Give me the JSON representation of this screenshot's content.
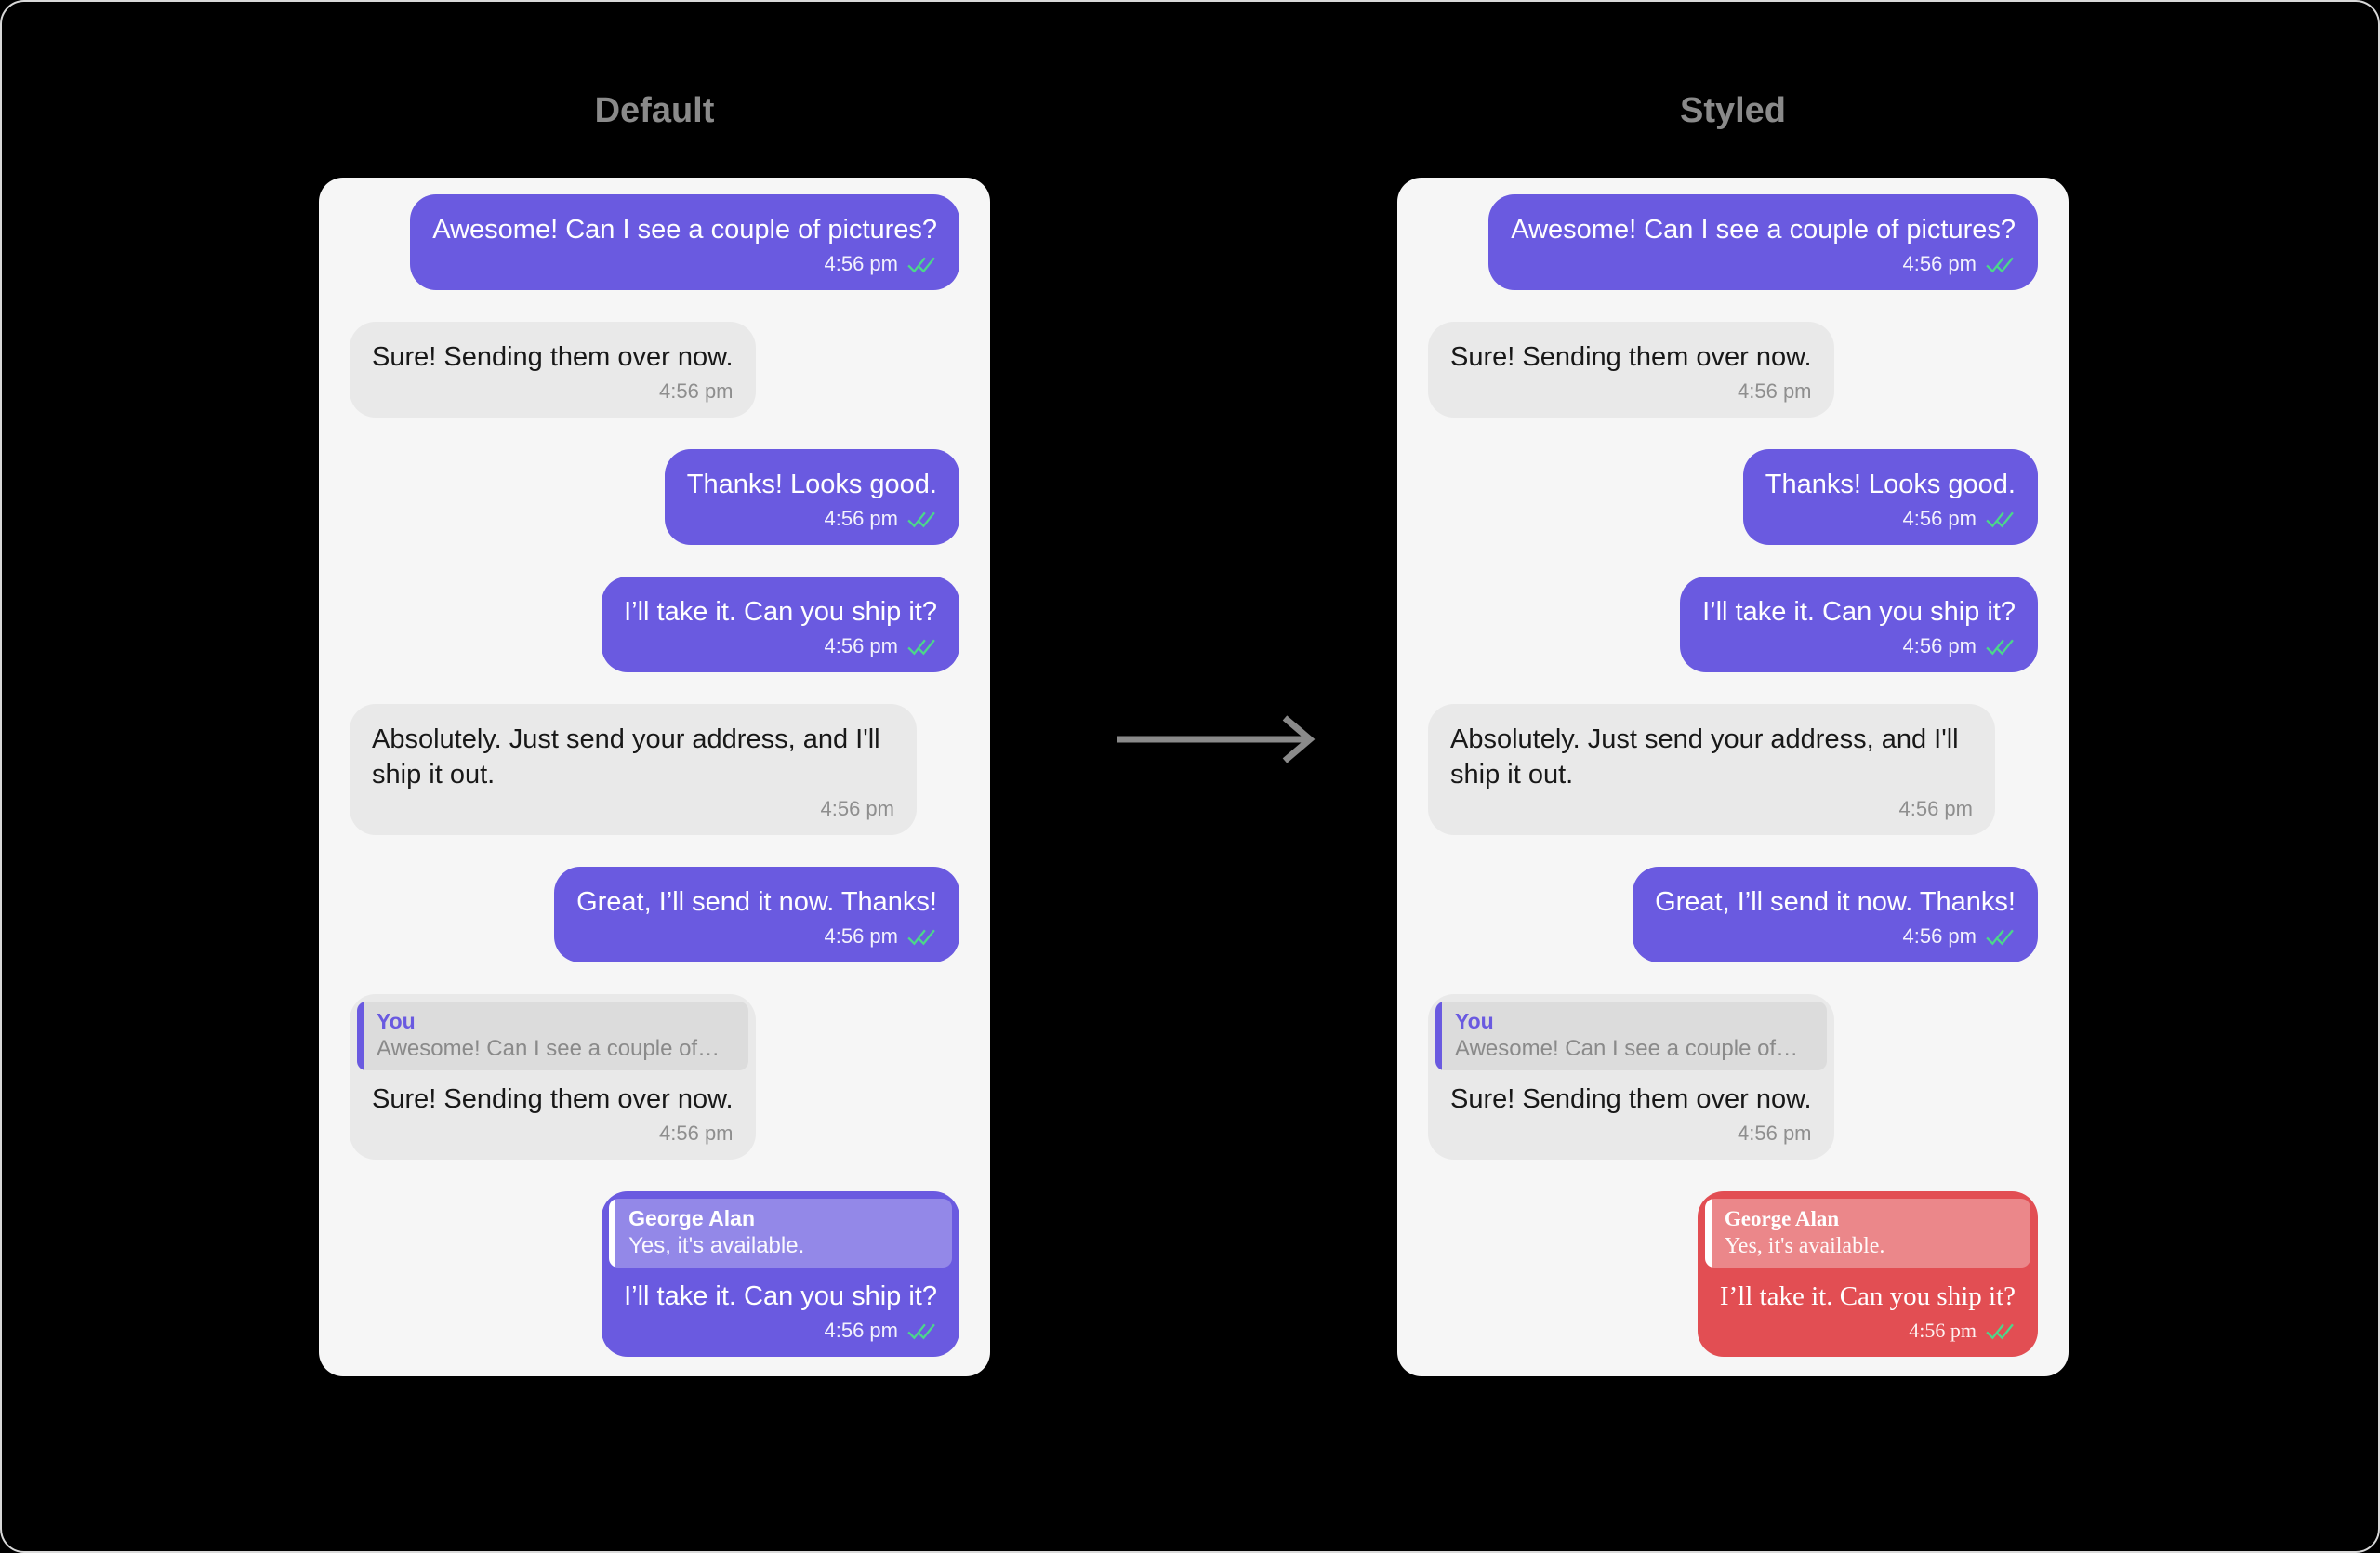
{
  "columns": [
    {
      "title": "Default",
      "style": "default"
    },
    {
      "title": "Styled",
      "style": "styled"
    }
  ],
  "conversation": [
    {
      "direction": "sent",
      "text": "Awesome! Can I see a couple of pictures?",
      "time": "4:56 pm",
      "read_receipt": true
    },
    {
      "direction": "received",
      "text": "Sure! Sending them over now.",
      "time": "4:56 pm"
    },
    {
      "direction": "sent",
      "text": "Thanks! Looks good.",
      "time": "4:56 pm",
      "read_receipt": true
    },
    {
      "direction": "sent",
      "text": "I’ll take it. Can you ship it?",
      "time": "4:56 pm",
      "read_receipt": true
    },
    {
      "direction": "received",
      "text": "Absolutely. Just send your address, and I'll ship it out.",
      "time": "4:56 pm"
    },
    {
      "direction": "sent",
      "text": "Great, I’ll send it now. Thanks!",
      "time": "4:56 pm",
      "read_receipt": true
    },
    {
      "direction": "received",
      "quote": {
        "author": "You",
        "text": "Awesome! Can I see a couple of…"
      },
      "text": "Sure! Sending them over now.",
      "time": "4:56 pm"
    },
    {
      "direction": "sent",
      "quote": {
        "author": "George Alan",
        "text": "Yes, it's available."
      },
      "text": "I’ll take it. Can you ship it?",
      "time": "4:56 pm",
      "read_receipt": true,
      "styled_variant": "red-serif"
    }
  ],
  "icons": {
    "read_receipt": "double-check",
    "between_panels": "right-arrow"
  },
  "colors": {
    "page_background": "#000000",
    "border": "#d9d9d9",
    "title": "#8a8a8a",
    "panel_background": "#f6f6f6",
    "sent_bubble": "#6a5ae0",
    "received_bubble": "#e9e9e9",
    "received_quote_bg": "#dcdcdc",
    "received_text": "#181818",
    "quote_accent": "#6a5ae0",
    "timestamp": "#8e8e8e",
    "check": "#4cd78b",
    "styled_bubble": "#e24e53",
    "arrow": "#8a8a8a"
  }
}
